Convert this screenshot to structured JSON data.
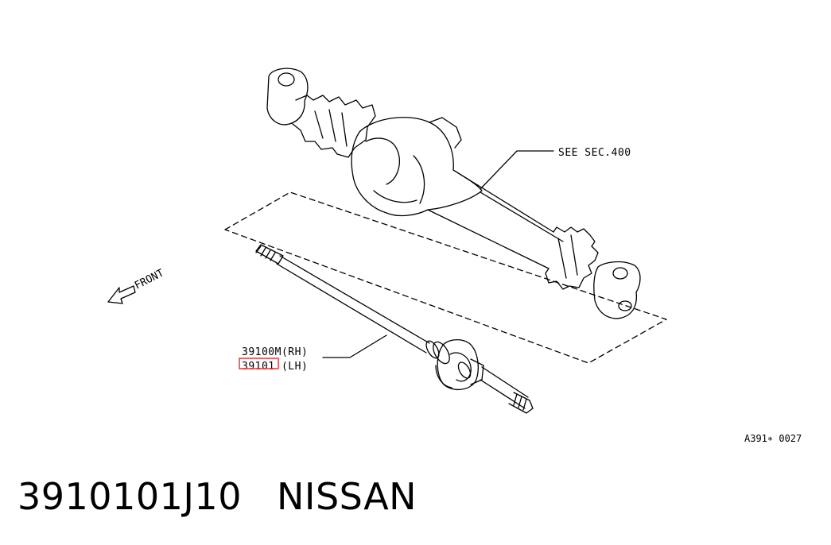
{
  "diagram": {
    "callout_see_sec": "SEE SEC.400",
    "callout_rh": "39100M(RH)",
    "callout_lh": "39101  (LH)",
    "front_label": "FRONT",
    "figure_code": "A391∗ 0027",
    "highlight_color": "#e53935"
  },
  "footer": {
    "part_number": "3910101J10",
    "brand": "NISSAN"
  }
}
